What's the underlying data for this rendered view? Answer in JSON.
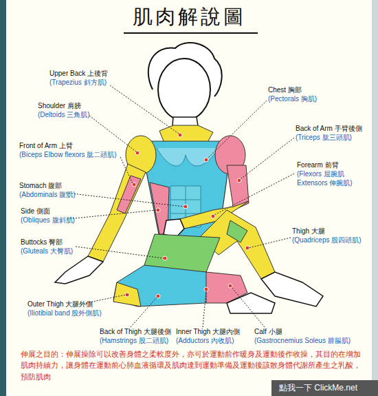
{
  "diagram": {
    "title": "肌肉解說圖",
    "caption": "伸展之目的：伸展操除可以改善身體之柔軟度外，亦可於運動前作暖身及運動後作收操，其目的在增加肌肉持續力，讓身體在運動前心肺血液循環及肌肉達到運動準備及運動後該散身體代謝所產生之乳酸，預防肌肉",
    "labels": [
      "Upper Back 上後背",
      "(Trapezius 斜方肌)",
      "Chest 胸部",
      "(Pectorals 胸肌)",
      "Shoulder 肩膀",
      "(Deltoids 三角肌)",
      "Back of Arm 手臂後側",
      "(Triceps 肱三頭肌)",
      "Front of Arm 上臂",
      "(Biceps Elbow flexors 肱二頭肌)",
      "Forearm 前臂",
      "(Flexors 屈腕肌 Extensors 伸腕肌)",
      "Stomach 腹部",
      "(Abdominals 腹肌)",
      "Side 側面",
      "(Obliques 腹斜肌)",
      "Thigh 大腿",
      "(Quadriceps 股四頭肌)",
      "Buttocks 臀部",
      "(Gluteals 大臀肌)",
      "Outer Thigh 大腿外側",
      "(Iliotibial band 股外側肌)",
      "Back of Thigh 大腿後側",
      "(Hamstrings 股二頭肌)",
      "Inner Thigh 大腿內側",
      "(Adductors 內收肌)",
      "Calf 小腿",
      "(Gastrocnemius Soleus 腓腸肌)",
      "點我一下 ClickMe.net"
    ]
  }
}
